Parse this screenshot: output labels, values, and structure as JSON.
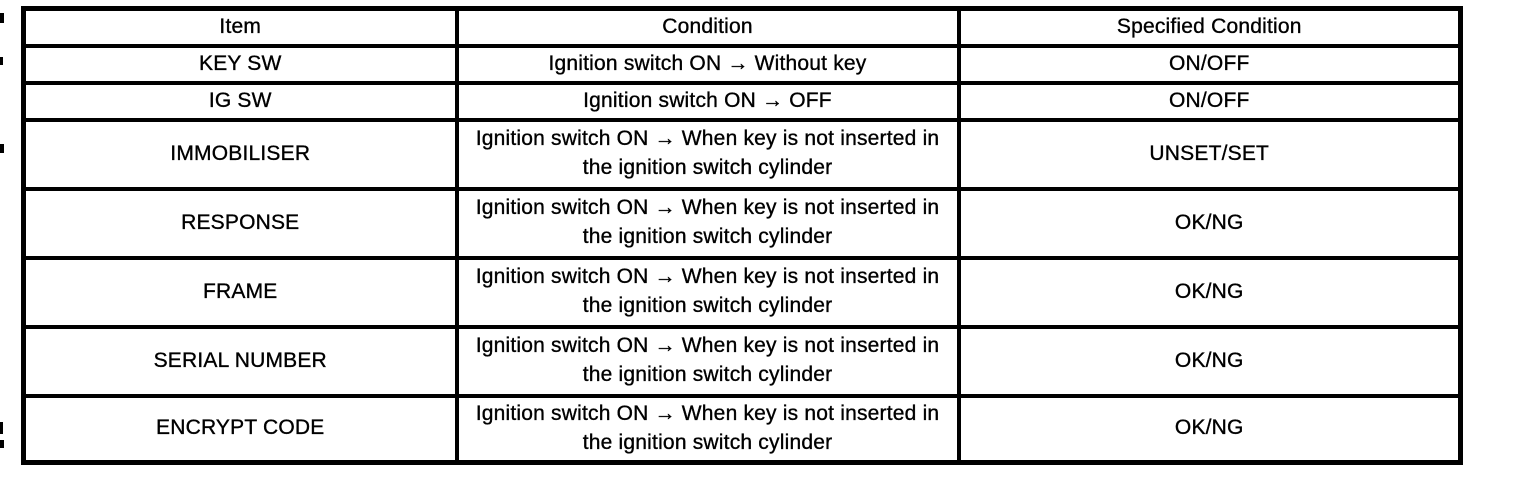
{
  "table": {
    "headers": [
      "Item",
      "Condition",
      "Specified Condition"
    ],
    "rows": [
      {
        "item": "KEY SW",
        "condition": "Ignition switch ON → Without key",
        "specified_condition": "ON/OFF"
      },
      {
        "item": "IG SW",
        "condition": "Ignition switch ON → OFF",
        "specified_condition": "ON/OFF"
      },
      {
        "item": "IMMOBILISER",
        "condition": "Ignition switch ON → When key is not inserted in the ignition switch cylinder",
        "specified_condition": "UNSET/SET"
      },
      {
        "item": "RESPONSE",
        "condition": "Ignition switch ON → When key is not inserted in the ignition switch cylinder",
        "specified_condition": "OK/NG"
      },
      {
        "item": "FRAME",
        "condition": "Ignition switch ON → When key is not inserted in the ignition switch cylinder",
        "specified_condition": "OK/NG"
      },
      {
        "item": "SERIAL NUMBER",
        "condition": "Ignition switch ON → When key is not inserted in the ignition switch cylinder",
        "specified_condition": "OK/NG"
      },
      {
        "item": "ENCRYPT CODE",
        "condition": "Ignition switch ON → When key is not inserted in the ignition switch cylinder",
        "specified_condition": "OK/NG"
      }
    ],
    "colors": {
      "border": "#000000",
      "background": "#ffffff",
      "text": "#000000"
    }
  }
}
